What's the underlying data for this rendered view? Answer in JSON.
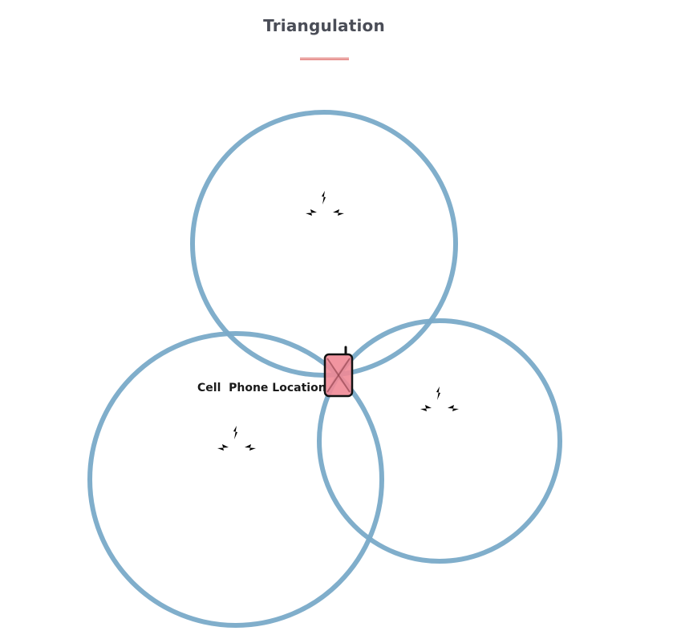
{
  "header": {
    "title": "Triangulation"
  },
  "diagram": {
    "phone_label": "Cell  Phone Location",
    "colors": {
      "circle_stroke": "#79aac8",
      "phone_fill": "#f08a96",
      "phone_stroke": "#111111",
      "tower_stroke": "#111111",
      "title_underline": "#d9534f"
    },
    "towers": [
      {
        "name": "top"
      },
      {
        "name": "left"
      },
      {
        "name": "right"
      }
    ]
  }
}
